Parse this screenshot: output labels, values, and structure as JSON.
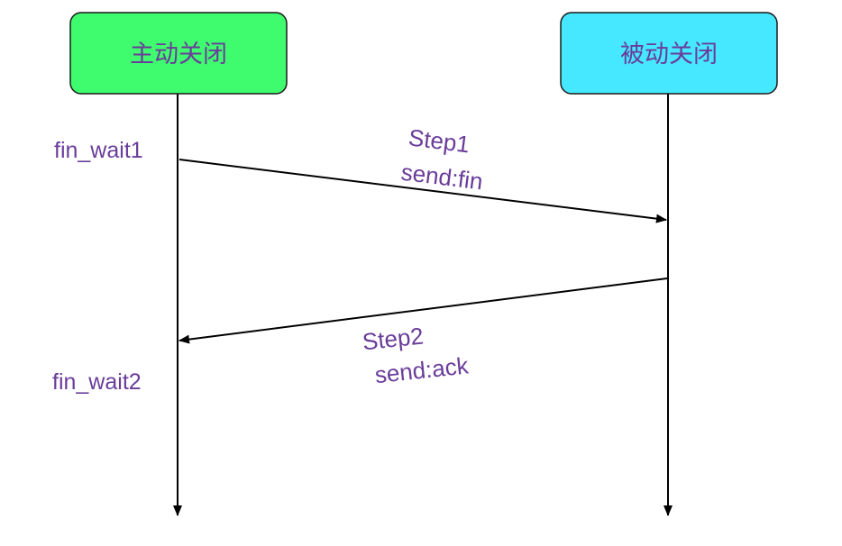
{
  "actors": {
    "active": {
      "label": "主动关闭",
      "fill": "#3efc6e"
    },
    "passive": {
      "label": "被动关闭",
      "fill": "#45e8ff"
    }
  },
  "states": {
    "fin_wait1": "fin_wait1",
    "fin_wait2": "fin_wait2"
  },
  "messages": {
    "step1": {
      "title": "Step1",
      "action": "send:fin"
    },
    "step2": {
      "title": "Step2",
      "action": "send:ack"
    }
  },
  "colors": {
    "text": "#6a3d9a",
    "line": "#000000"
  }
}
